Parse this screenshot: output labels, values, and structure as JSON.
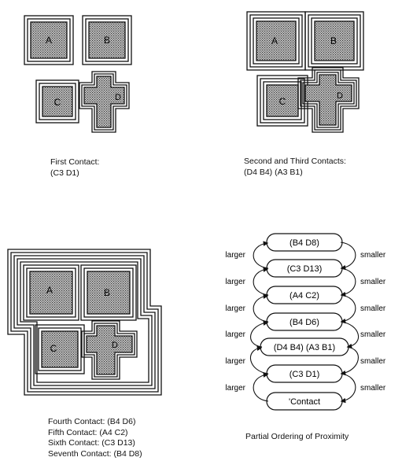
{
  "panels": {
    "first": {
      "blocks": [
        "A",
        "B",
        "C",
        "D"
      ],
      "caption_title": "First Contact:",
      "caption_detail": "(C3 D1)"
    },
    "second_third": {
      "blocks": [
        "A",
        "B",
        "C",
        "D"
      ],
      "caption_title": "Second and Third Contacts:",
      "caption_detail": "(D4 B4) (A3 B1)"
    },
    "fourth_seventh": {
      "blocks": [
        "A",
        "B",
        "C",
        "D"
      ],
      "lines": [
        "Fourth Contact: (B4 D6)",
        "Fifth Contact: (A4 C2)",
        "Sixth Contact: (C3  D13)",
        "Seventh Contact: (B4 D8)"
      ]
    }
  },
  "ordering": {
    "nodes": [
      "(B4 D8)",
      "(C3 D13)",
      "(A4 C2)",
      "(B4 D6)",
      "(D4 B4) (A3 B1)",
      "(C3 D1)",
      "'Contact"
    ],
    "larger_label": "larger",
    "smaller_label": "smaller",
    "caption": "Partial Ordering of Proximity"
  },
  "colors": {
    "ink": "#111111",
    "stipple": "#555555",
    "paper": "#ffffff"
  }
}
